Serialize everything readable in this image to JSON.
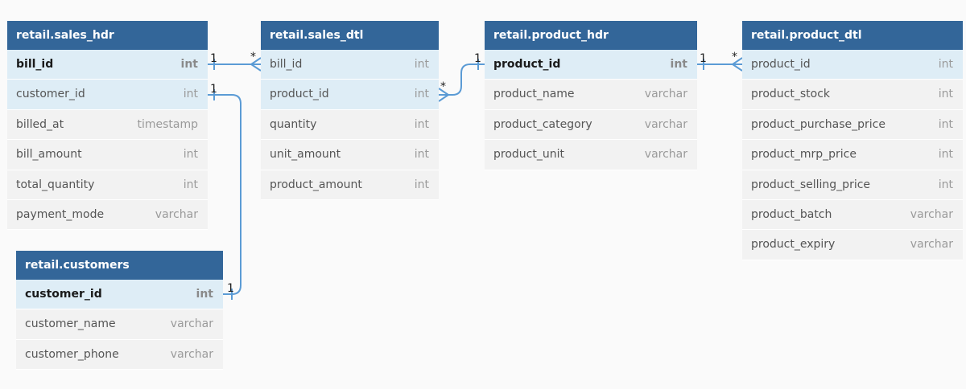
{
  "tables": [
    {
      "id": "sales_hdr",
      "name": "retail.sales_hdr",
      "columns": [
        {
          "name": "bill_id",
          "type": "int",
          "key": true,
          "pk": true
        },
        {
          "name": "customer_id",
          "type": "int",
          "key": true,
          "pk": false
        },
        {
          "name": "billed_at",
          "type": "timestamp",
          "key": false,
          "pk": false
        },
        {
          "name": "bill_amount",
          "type": "int",
          "key": false,
          "pk": false
        },
        {
          "name": "total_quantity",
          "type": "int",
          "key": false,
          "pk": false
        },
        {
          "name": "payment_mode",
          "type": "varchar",
          "key": false,
          "pk": false
        }
      ]
    },
    {
      "id": "sales_dtl",
      "name": "retail.sales_dtl",
      "columns": [
        {
          "name": "bill_id",
          "type": "int",
          "key": true,
          "pk": false
        },
        {
          "name": "product_id",
          "type": "int",
          "key": true,
          "pk": false
        },
        {
          "name": "quantity",
          "type": "int",
          "key": false,
          "pk": false
        },
        {
          "name": "unit_amount",
          "type": "int",
          "key": false,
          "pk": false
        },
        {
          "name": "product_amount",
          "type": "int",
          "key": false,
          "pk": false
        }
      ]
    },
    {
      "id": "product_hdr",
      "name": "retail.product_hdr",
      "columns": [
        {
          "name": "product_id",
          "type": "int",
          "key": true,
          "pk": true
        },
        {
          "name": "product_name",
          "type": "varchar",
          "key": false,
          "pk": false
        },
        {
          "name": "product_category",
          "type": "varchar",
          "key": false,
          "pk": false
        },
        {
          "name": "product_unit",
          "type": "varchar",
          "key": false,
          "pk": false
        }
      ]
    },
    {
      "id": "product_dtl",
      "name": "retail.product_dtl",
      "columns": [
        {
          "name": "product_id",
          "type": "int",
          "key": true,
          "pk": false
        },
        {
          "name": "product_stock",
          "type": "int",
          "key": false,
          "pk": false
        },
        {
          "name": "product_purchase_price",
          "type": "int",
          "key": false,
          "pk": false
        },
        {
          "name": "product_mrp_price",
          "type": "int",
          "key": false,
          "pk": false
        },
        {
          "name": "product_selling_price",
          "type": "int",
          "key": false,
          "pk": false
        },
        {
          "name": "product_batch",
          "type": "varchar",
          "key": false,
          "pk": false
        },
        {
          "name": "product_expiry",
          "type": "varchar",
          "key": false,
          "pk": false
        }
      ]
    },
    {
      "id": "customers",
      "name": "retail.customers",
      "columns": [
        {
          "name": "customer_id",
          "type": "int",
          "key": true,
          "pk": true
        },
        {
          "name": "customer_name",
          "type": "varchar",
          "key": false,
          "pk": false
        },
        {
          "name": "customer_phone",
          "type": "varchar",
          "key": false,
          "pk": false
        }
      ]
    }
  ],
  "relationships": [
    {
      "from": "sales_hdr.bill_id",
      "to": "sales_dtl.bill_id",
      "from_card": "1",
      "to_card": "*"
    },
    {
      "from": "sales_dtl.product_id",
      "to": "product_hdr.product_id",
      "from_card": "*",
      "to_card": "1"
    },
    {
      "from": "product_hdr.product_id",
      "to": "product_dtl.product_id",
      "from_card": "1",
      "to_card": "*"
    },
    {
      "from": "sales_hdr.customer_id",
      "to": "customers.customer_id",
      "from_card": "1",
      "to_card": "1"
    }
  ],
  "colors": {
    "header": "#336699",
    "key_row": "#deedf6",
    "row": "#f2f2f2",
    "connector": "#5b9bd5"
  }
}
